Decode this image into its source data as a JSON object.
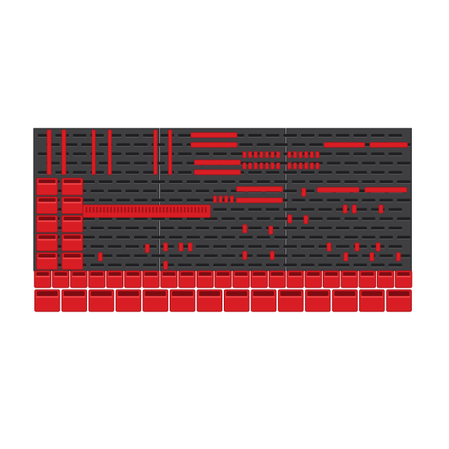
{
  "product": {
    "subject": "wall-mounted-tool-storage-panel",
    "panel_count": 3,
    "upper_bin_count": 21,
    "lower_bin_count": 14,
    "side_bin_columns": 2,
    "side_bin_rows": 5
  },
  "colors": {
    "background": "#ffffff",
    "panel": "#3f3f41",
    "panel_edge": "#2a2a2c",
    "slot": "#1f1f21",
    "slot_highlight": "#5a5a5c",
    "bin_red": "#d81e24",
    "bin_dark": "#a5121a",
    "bin_inner": "#7e0c12",
    "bin_light": "#f04a4e"
  }
}
